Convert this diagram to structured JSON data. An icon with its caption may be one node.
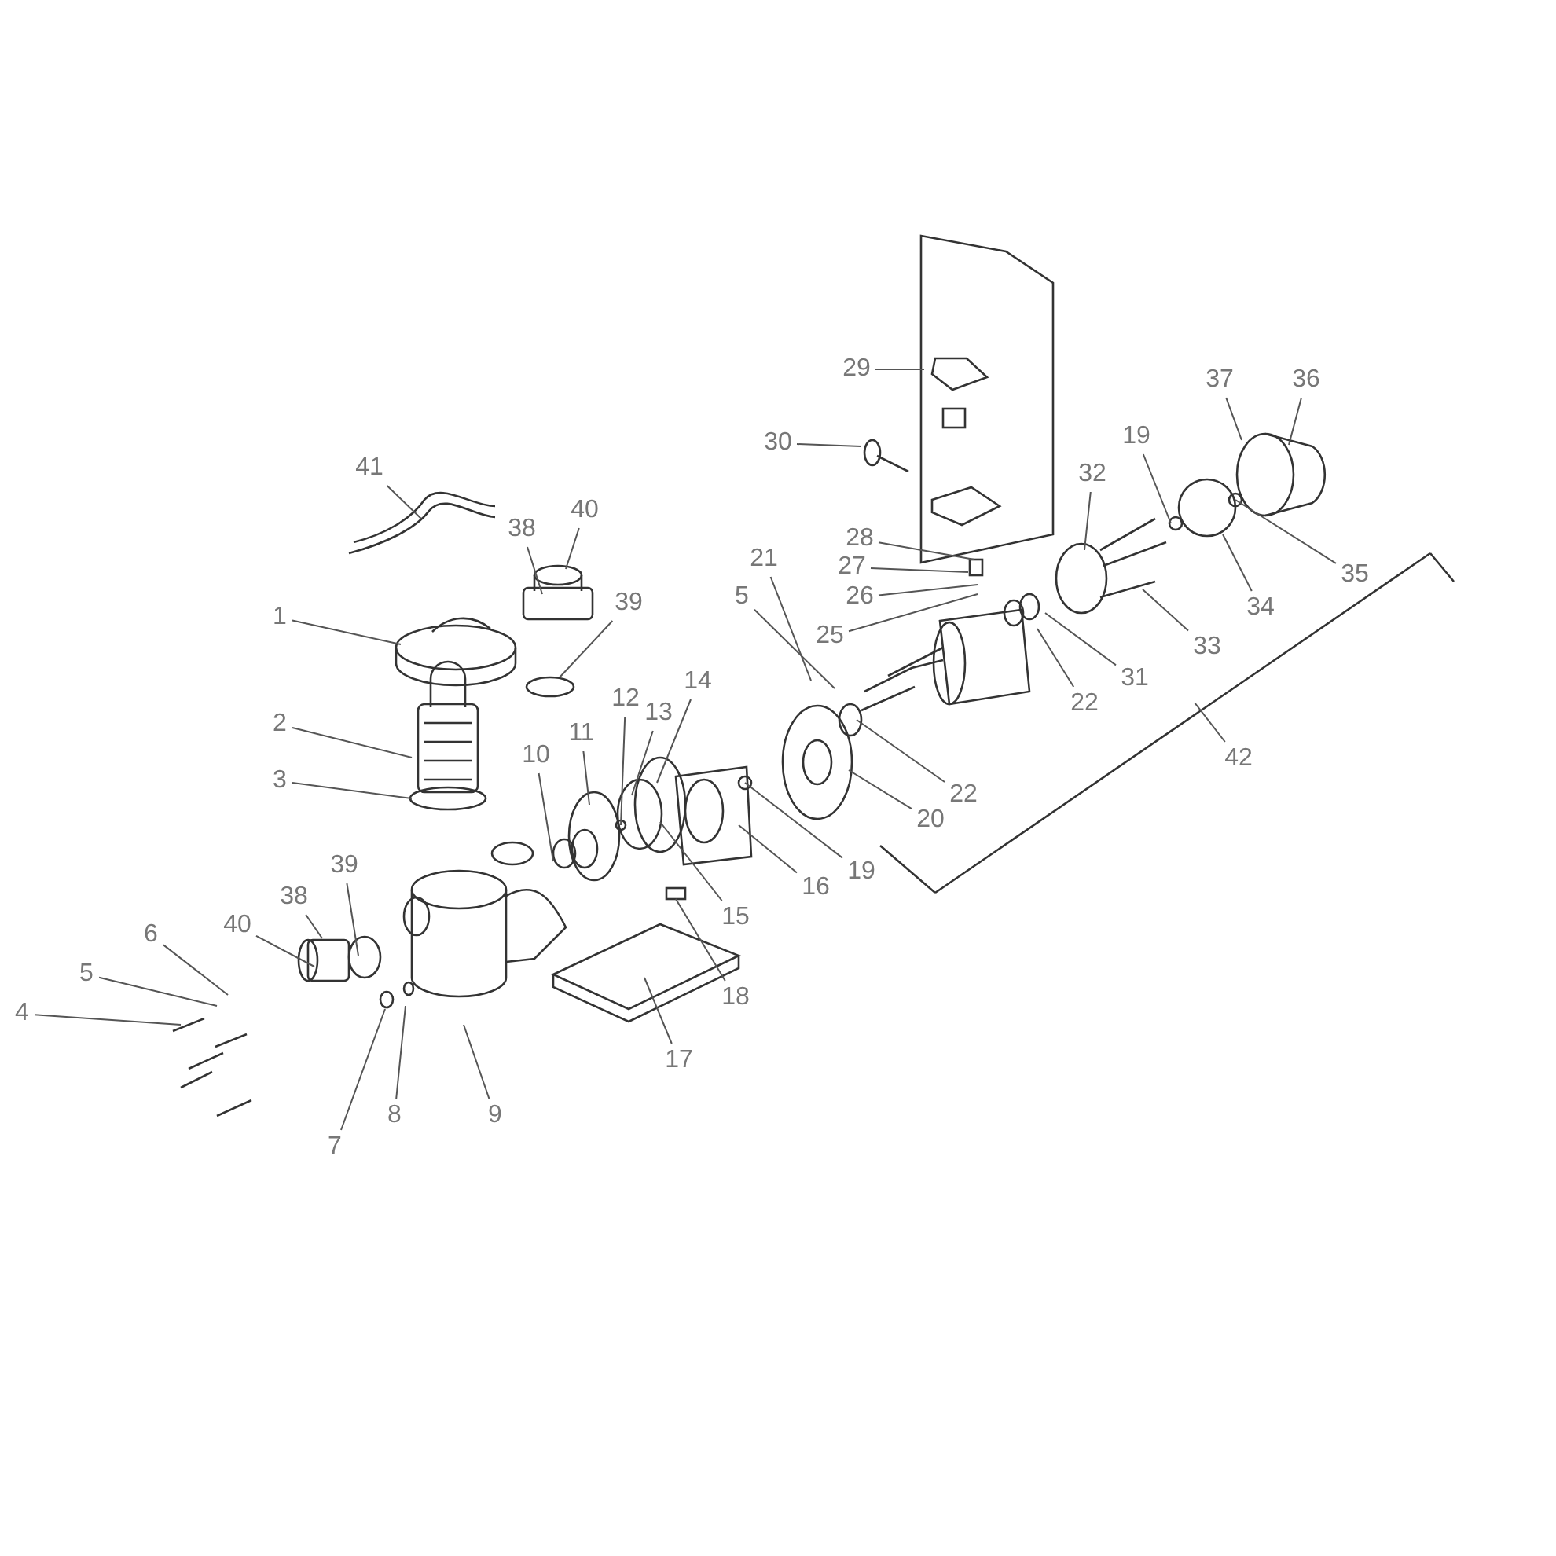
{
  "diagram": {
    "nodes": [
      {
        "text": [
          "41"
        ]
      },
      {
        "text": [
          "38"
        ]
      },
      {
        "text": [
          "40"
        ]
      },
      {
        "text": [
          "1"
        ]
      },
      {
        "text": [
          "39"
        ]
      },
      {
        "text": [
          "2"
        ]
      },
      {
        "text": [
          "12"
        ]
      },
      {
        "text": [
          "14"
        ]
      },
      {
        "text": [
          "13"
        ]
      },
      {
        "text": [
          "11"
        ]
      },
      {
        "text": [
          "10"
        ]
      },
      {
        "text": [
          "15"
        ]
      },
      {
        "text": [
          "16"
        ]
      },
      {
        "text": [
          "19"
        ]
      },
      {
        "text": [
          "20"
        ]
      },
      {
        "text": [
          "21"
        ]
      },
      {
        "text": [
          "5"
        ]
      },
      {
        "text": [
          "22"
        ]
      },
      {
        "text": [
          "25"
        ]
      },
      {
        "text": [
          "26"
        ]
      },
      {
        "text": [
          "27"
        ]
      },
      {
        "text": [
          "28"
        ]
      },
      {
        "text": [
          "29"
        ]
      },
      {
        "text": [
          "30"
        ]
      },
      {
        "text": [
          "32"
        ]
      },
      {
        "text": [
          "19"
        ]
      },
      {
        "text": [
          "37"
        ]
      },
      {
        "text": [
          "36"
        ]
      },
      {
        "text": [
          "35"
        ]
      },
      {
        "text": [
          "34"
        ]
      },
      {
        "text": [
          "33"
        ]
      },
      {
        "text": [
          "31"
        ]
      },
      {
        "text": [
          "22"
        ]
      },
      {
        "text": [
          "42"
        ]
      },
      {
        "text": [
          "6"
        ]
      },
      {
        "text": [
          "5"
        ]
      },
      {
        "text": [
          "4"
        ]
      },
      {
        "text": [
          "40"
        ]
      },
      {
        "text": [
          "38"
        ]
      },
      {
        "text": [
          "39"
        ]
      },
      {
        "text": [
          "7"
        ]
      },
      {
        "text": [
          "8"
        ]
      },
      {
        "text": [
          "9"
        ]
      },
      {
        "text": [
          "17"
        ]
      },
      {
        "text": [
          "18"
        ]
      },
      {
        "text": [
          "3"
        ]
      }
    ],
    "edges": [
      {
        "from": 0,
        "to": null,
        "arrow": "none"
      },
      {
        "from": 1,
        "to": null,
        "arrow": "none"
      },
      {
        "from": 2,
        "to": null,
        "arrow": "none"
      },
      {
        "from": 3,
        "to": null,
        "arrow": "none"
      },
      {
        "from": 4,
        "to": null,
        "arrow": "none"
      },
      {
        "from": 5,
        "to": null,
        "arrow": "none"
      },
      {
        "from": 6,
        "to": null,
        "arrow": "none"
      },
      {
        "from": 7,
        "to": null,
        "arrow": "none"
      },
      {
        "from": 8,
        "to": null,
        "arrow": "none"
      },
      {
        "from": 9,
        "to": null,
        "arrow": "none"
      },
      {
        "from": 10,
        "to": null,
        "arrow": "none"
      },
      {
        "from": 11,
        "to": null,
        "arrow": "none"
      },
      {
        "from": 12,
        "to": null,
        "arrow": "none"
      },
      {
        "from": 13,
        "to": null,
        "arrow": "none"
      },
      {
        "from": 14,
        "to": null,
        "arrow": "none"
      },
      {
        "from": 15,
        "to": null,
        "arrow": "none"
      },
      {
        "from": 16,
        "to": null,
        "arrow": "none"
      },
      {
        "from": 17,
        "to": null,
        "arrow": "none"
      },
      {
        "from": 18,
        "to": null,
        "arrow": "none"
      },
      {
        "from": 19,
        "to": null,
        "arrow": "none"
      },
      {
        "from": 20,
        "to": null,
        "arrow": "none"
      },
      {
        "from": 21,
        "to": null,
        "arrow": "none"
      },
      {
        "from": 22,
        "to": null,
        "arrow": "none"
      },
      {
        "from": 23,
        "to": null,
        "arrow": "none"
      },
      {
        "from": 24,
        "to": null,
        "arrow": "none"
      },
      {
        "from": 25,
        "to": null,
        "arrow": "none"
      },
      {
        "from": 26,
        "to": null,
        "arrow": "none"
      },
      {
        "from": 27,
        "to": null,
        "arrow": "none"
      },
      {
        "from": 28,
        "to": null,
        "arrow": "none"
      },
      {
        "from": 29,
        "to": null,
        "arrow": "none"
      },
      {
        "from": 30,
        "to": null,
        "arrow": "none"
      },
      {
        "from": 31,
        "to": null,
        "arrow": "none"
      },
      {
        "from": 32,
        "to": null,
        "arrow": "none"
      },
      {
        "from": 33,
        "to": null,
        "arrow": "none"
      },
      {
        "from": 34,
        "to": null,
        "arrow": "none"
      },
      {
        "from": 35,
        "to": null,
        "arrow": "none"
      },
      {
        "from": 36,
        "to": null,
        "arrow": "none"
      },
      {
        "from": 37,
        "to": null,
        "arrow": "none"
      },
      {
        "from": 38,
        "to": null,
        "arrow": "none"
      },
      {
        "from": 39,
        "to": null,
        "arrow": "none"
      },
      {
        "from": 40,
        "to": null,
        "arrow": "none"
      },
      {
        "from": 41,
        "to": null,
        "arrow": "none"
      },
      {
        "from": 42,
        "to": null,
        "arrow": "none"
      },
      {
        "from": 43,
        "to": null,
        "arrow": "none"
      },
      {
        "from": 44,
        "to": null,
        "arrow": "none"
      },
      {
        "from": 45,
        "to": null,
        "arrow": "none"
      }
    ]
  }
}
